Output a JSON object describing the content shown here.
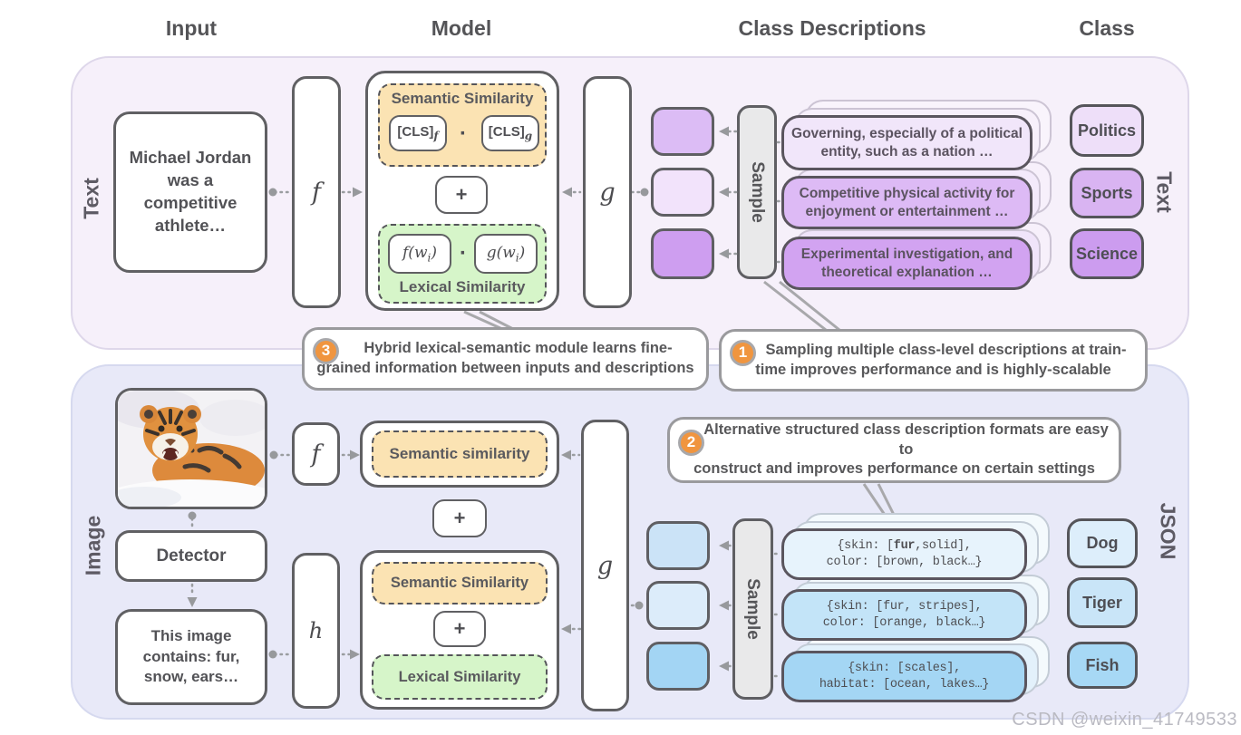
{
  "watermark": "CSDN @weixin_41749533",
  "headers": {
    "input": "Input",
    "model": "Model",
    "descriptions": "Class Descriptions",
    "class": "Class"
  },
  "colors": {
    "text_panel_bg": "#f6f0fa",
    "image_panel_bg": "#e8e9f8",
    "semantic_fill": "#fbe3b3",
    "lexical_fill": "#d6f5c9",
    "badge_orange": "#f0953f",
    "sample_bg": "#e9e9ea",
    "purple_squares": [
      "#dcbcf5",
      "#f2e3fb",
      "#ce9ef0"
    ],
    "purple_cards": [
      "#f1e6fa",
      "#ddbaf5",
      "#d2a3f1"
    ],
    "purple_classes": [
      "#eedff9",
      "#d9b4f2",
      "#cc9cef"
    ],
    "blue_squares": [
      "#cbe3f7",
      "#dcecfa",
      "#a3d5f4"
    ],
    "blue_cards": [
      "#e7f3fc",
      "#c3e4f8",
      "#a4d6f4"
    ],
    "blue_classes": [
      "#ddeefb",
      "#c9e5f8",
      "#a7d8f5"
    ]
  },
  "top": {
    "modality_label": "Text",
    "class_type_label": "Text",
    "input_lines": [
      "Michael Jordan",
      "was a",
      "competitive",
      "athlete…"
    ],
    "f": "f",
    "g": "g",
    "sample_label": "Sample",
    "module": {
      "semantic_title": "Semantic Similarity",
      "cls_base": "[CLS]",
      "cls_f_sub": "f",
      "cls_g_sub": "g",
      "dot": "·",
      "plus": "+",
      "fw_main": "f(w",
      "fw_sub": "i",
      "fw_close": ")",
      "gw_main": "g(w",
      "gw_sub": "i",
      "gw_close": ")",
      "lexical_title": "Lexical Similarity"
    },
    "descriptions": [
      {
        "line1": "Governing, especially of a political",
        "line2": "entity, such as a nation …"
      },
      {
        "bold": "Competitive",
        "line1_rest": " physical activity for",
        "line2": "enjoyment or entertainment …"
      },
      {
        "line1": "Experimental investigation, and",
        "line2": "theoretical explanation …"
      }
    ],
    "classes": [
      "Politics",
      "Sports",
      "Science"
    ]
  },
  "callouts": {
    "three": {
      "num": "3",
      "line1": "Hybrid lexical-semantic module learns fine-",
      "line2": "grained information between inputs and descriptions"
    },
    "one": {
      "num": "1",
      "line1": "Sampling multiple class-level descriptions at train-",
      "line2": "time improves performance and is highly-scalable"
    },
    "two": {
      "num": "2",
      "line1": "Alternative structured class description formats are easy to",
      "line2": "construct and improves performance on certain settings"
    }
  },
  "bottom": {
    "modality_label": "Image",
    "class_type_label": "JSON",
    "detector_label": "Detector",
    "caption": {
      "line1": "This image",
      "line2_pre": "contains: ",
      "line2_bold": "fur,",
      "line3": "snow, ears…"
    },
    "f": "f",
    "h": "h",
    "g": "g",
    "semantic_row_label": "Semantic similarity",
    "plus_mid": "+",
    "module": {
      "semantic_title": "Semantic Similarity",
      "plus": "+",
      "lexical_title": "Lexical Similarity"
    },
    "sample_label": "Sample",
    "json_cards": [
      {
        "l1_pre": "{skin: [",
        "l1_bold": "fur",
        "l1_post": ",solid],",
        "line2": "color: [brown, black…}"
      },
      {
        "line1": "{skin: [fur, stripes],",
        "line2": "color: [orange, black…}"
      },
      {
        "line1": "{skin: [scales],",
        "line2": "habitat: [ocean, lakes…}"
      }
    ],
    "classes": [
      "Dog",
      "Tiger",
      "Fish"
    ]
  }
}
